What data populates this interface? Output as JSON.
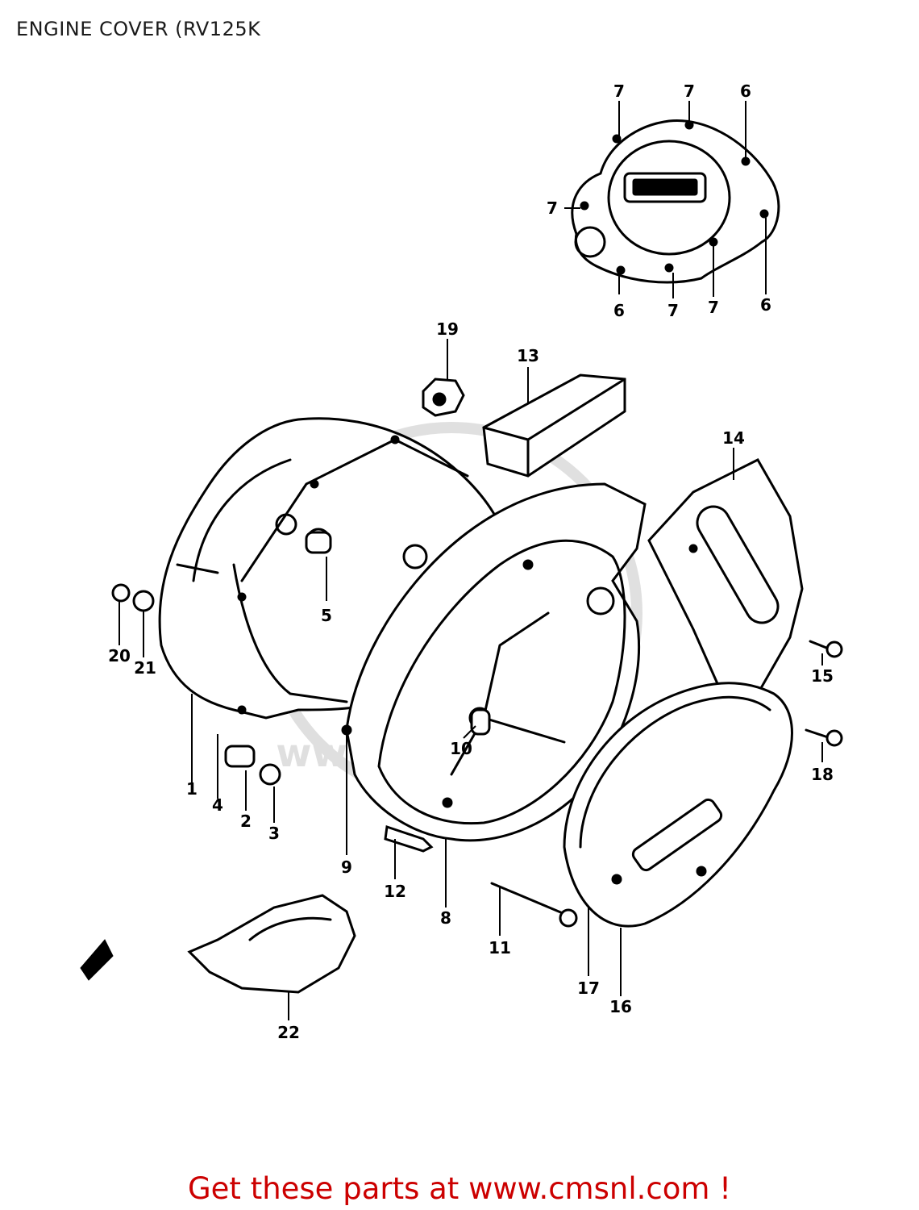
{
  "title": "ENGINE COVER (RV125K",
  "footer": {
    "text": "Get these parts at www.cmsnl.com !",
    "color": "#cc0000"
  },
  "watermark": "www.cmsnl.com",
  "callouts": [
    {
      "label": "1"
    },
    {
      "label": "2"
    },
    {
      "label": "3"
    },
    {
      "label": "4"
    },
    {
      "label": "5"
    },
    {
      "label": "6"
    },
    {
      "label": "6"
    },
    {
      "label": "6"
    },
    {
      "label": "7"
    },
    {
      "label": "7"
    },
    {
      "label": "7"
    },
    {
      "label": "7"
    },
    {
      "label": "7"
    },
    {
      "label": "8"
    },
    {
      "label": "9"
    },
    {
      "label": "10"
    },
    {
      "label": "11"
    },
    {
      "label": "12"
    },
    {
      "label": "13"
    },
    {
      "label": "14"
    },
    {
      "label": "15"
    },
    {
      "label": "16"
    },
    {
      "label": "17"
    },
    {
      "label": "18"
    },
    {
      "label": "19"
    },
    {
      "label": "20"
    },
    {
      "label": "21"
    },
    {
      "label": "22"
    }
  ]
}
